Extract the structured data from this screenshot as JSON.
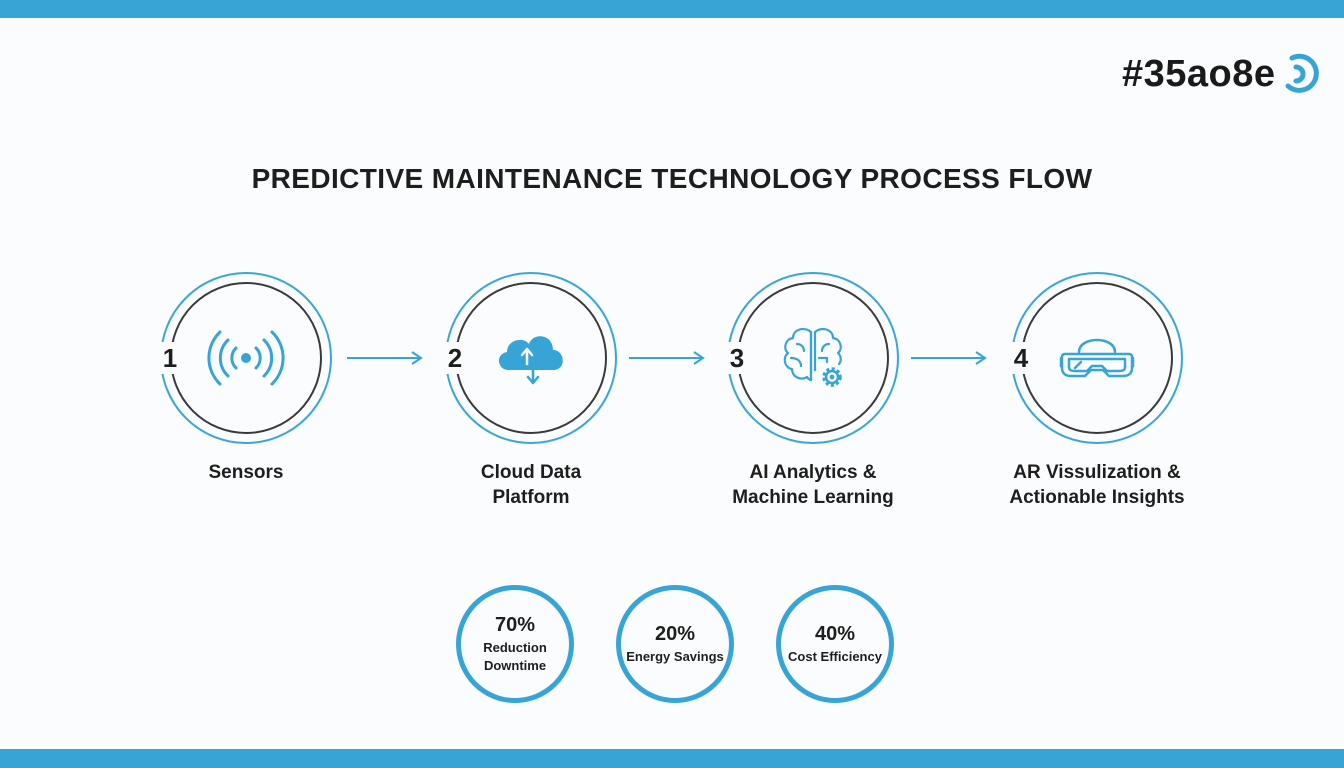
{
  "brand": {
    "logo_text": "#35ao8e",
    "accent_color": "#37a4d6",
    "ring_color": "#3a3a3a"
  },
  "title": "PREDICTIVE MAINTENANCE TECHNOLOGY PROCESS FLOW",
  "steps": [
    {
      "number": "1",
      "label": "Sensors",
      "icon": "wireless-signal-icon"
    },
    {
      "number": "2",
      "label": "Cloud Data\nPlatform",
      "icon": "cloud-upload-icon"
    },
    {
      "number": "3",
      "label": "AI Analytics &\nMachine Learning",
      "icon": "brain-gear-icon"
    },
    {
      "number": "4",
      "label": "AR Vissulization &\nActionable Insights",
      "icon": "vr-headset-icon"
    }
  ],
  "stats": [
    {
      "value": "70%",
      "label": "Reduction\nDowntime"
    },
    {
      "value": "20%",
      "label": "Energy Savings"
    },
    {
      "value": "40%",
      "label": "Cost Efficiency"
    }
  ]
}
